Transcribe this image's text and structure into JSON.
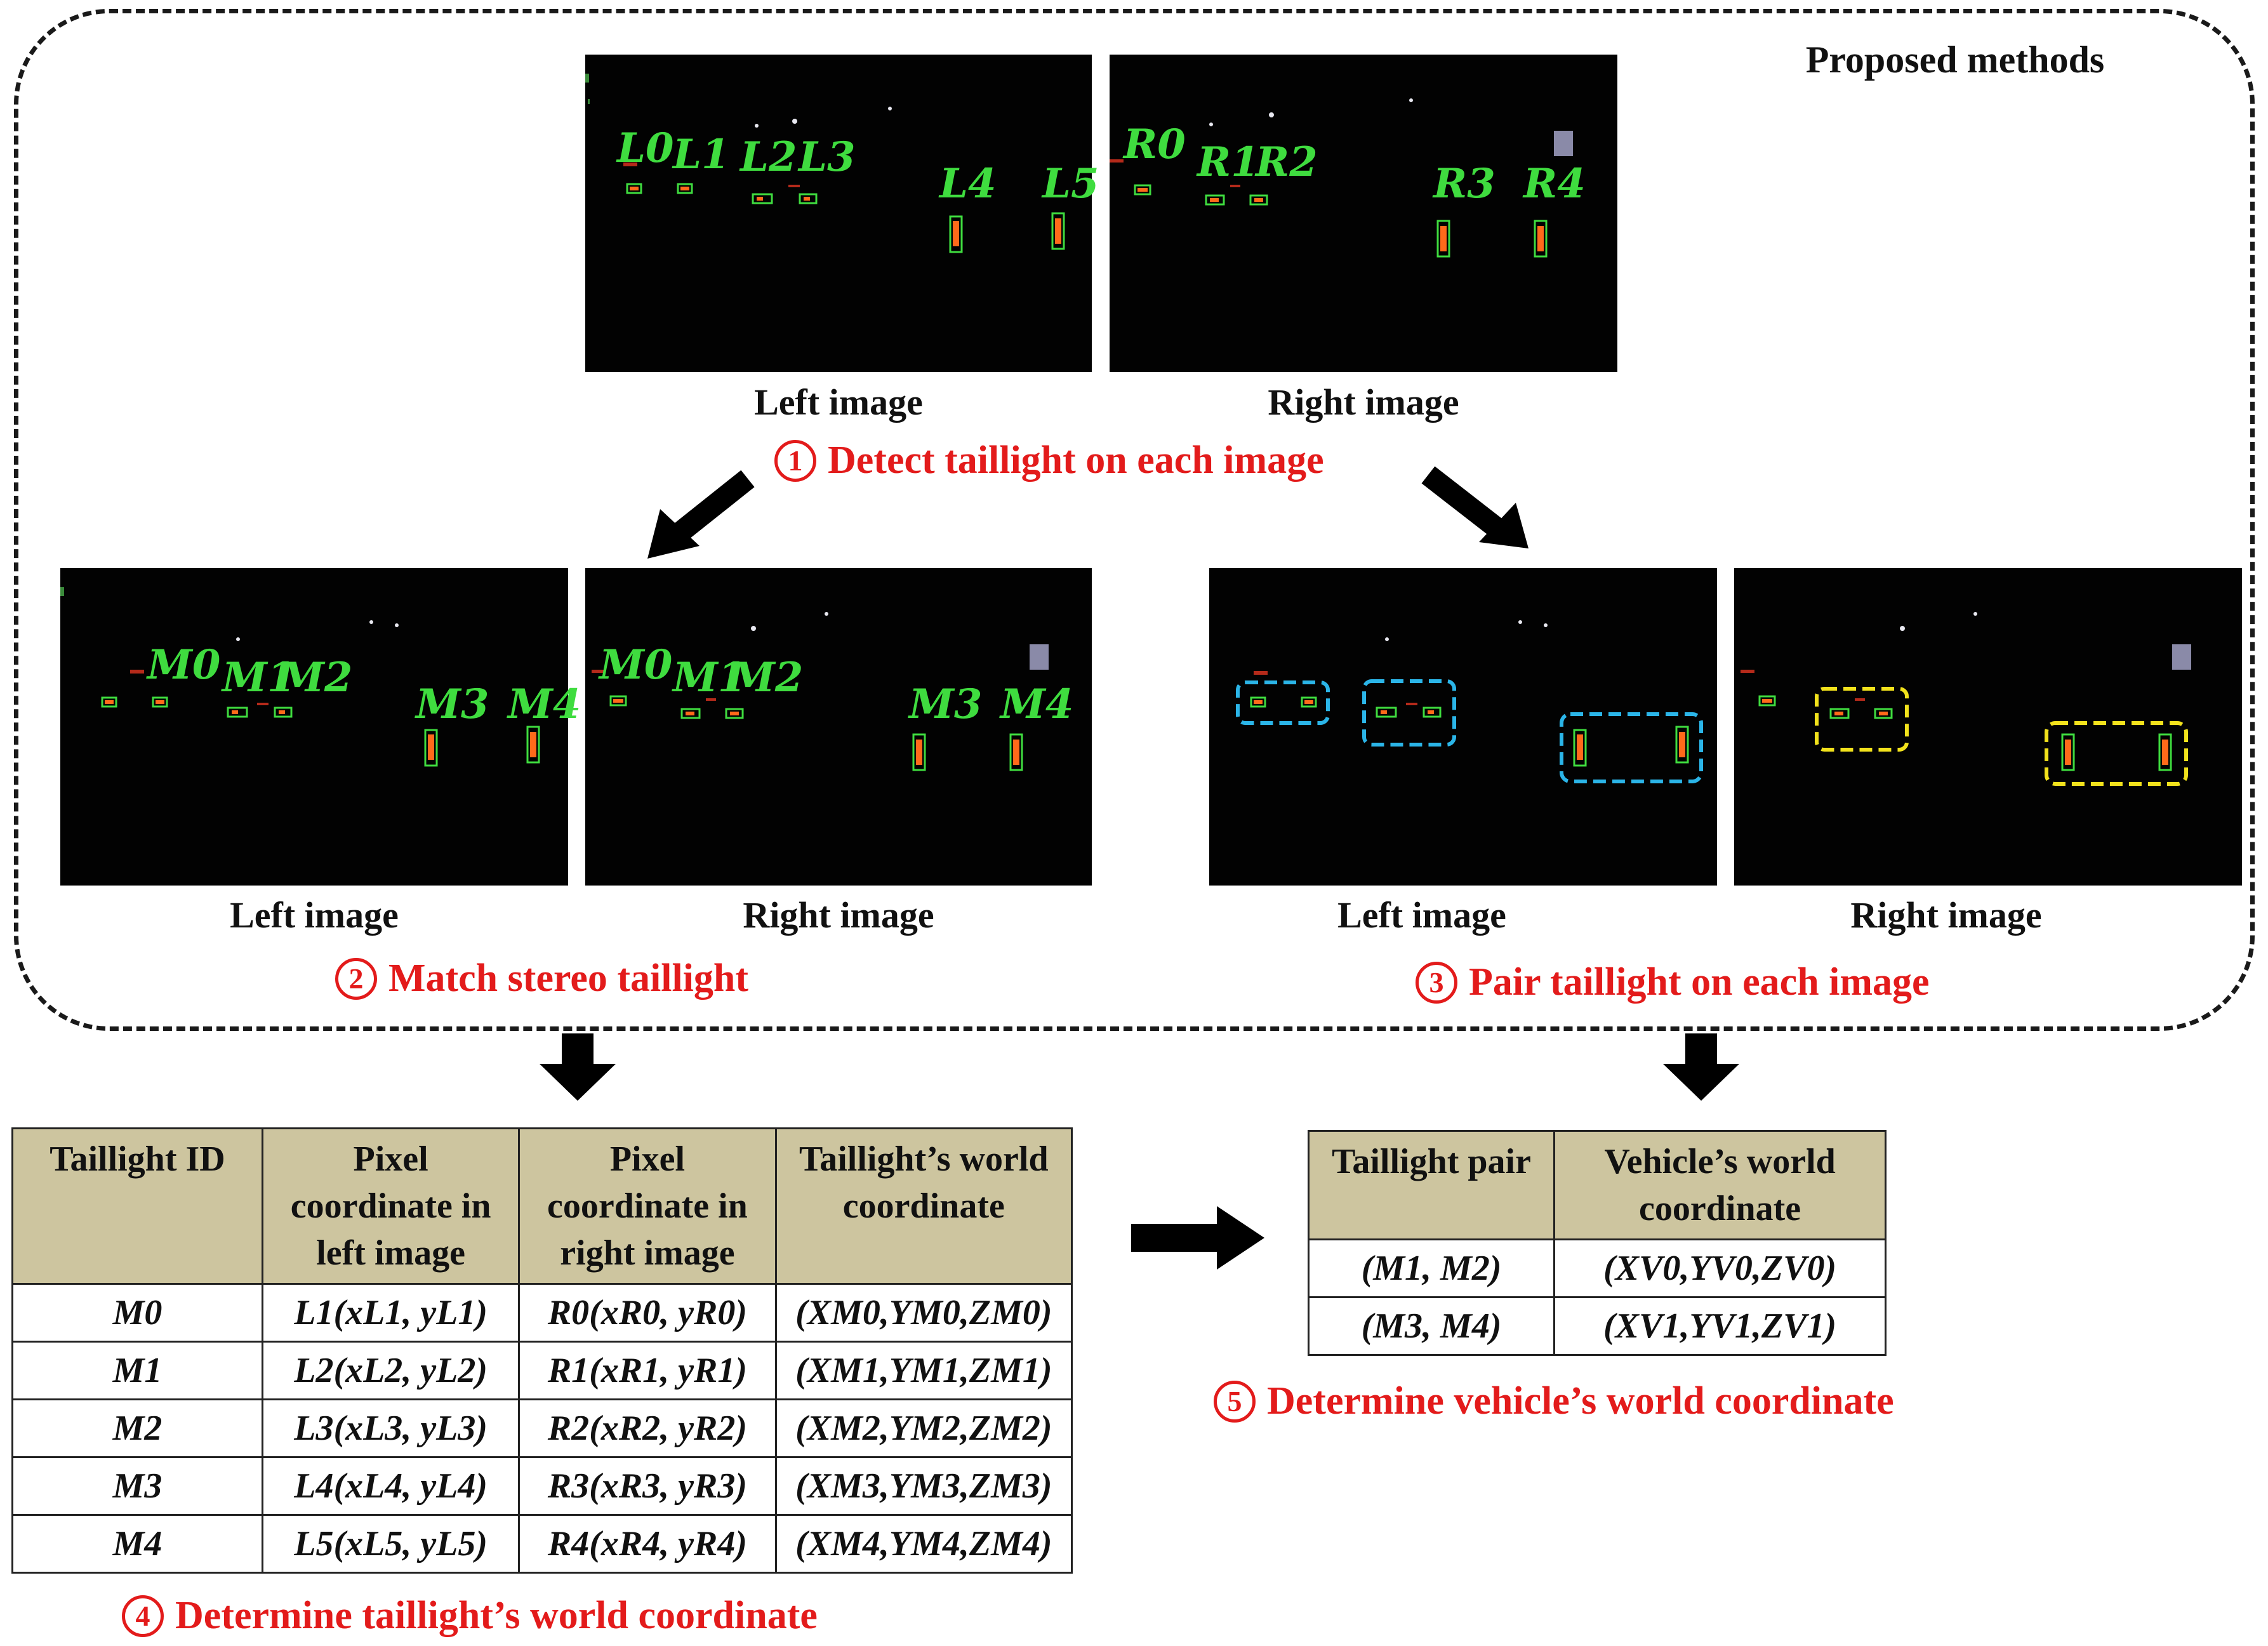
{
  "region": {
    "title": "Proposed methods"
  },
  "captions": {
    "top_left": "Left image",
    "top_right": "Right image",
    "mid_left_1": "Left image",
    "mid_right_1": "Right image",
    "mid_left_2": "Left image",
    "mid_right_2": "Right image"
  },
  "steps": {
    "s1": {
      "num": "1",
      "text": "Detect taillight on each image"
    },
    "s2": {
      "num": "2",
      "text": "Match stereo taillight"
    },
    "s3": {
      "num": "3",
      "text": "Pair taillight on each image"
    },
    "s4": {
      "num": "4",
      "text": "Determine taillight’s world coordinate"
    },
    "s5": {
      "num": "5",
      "text": "Determine vehicle’s world coordinate"
    }
  },
  "labels": {
    "left_detect": [
      "L0",
      "L1",
      "L2",
      "L3",
      "L4",
      "L5"
    ],
    "right_detect": [
      "R0",
      "R1",
      "R2",
      "R3",
      "R4"
    ],
    "match_left": [
      "M0",
      "M1",
      "M2",
      "M3",
      "M4"
    ],
    "match_right": [
      "M0",
      "M1",
      "M2",
      "M3",
      "M4"
    ]
  },
  "table_taillight": {
    "headers": [
      "Taillight ID",
      "Pixel coordinate in left image",
      "Pixel coordinate in right image",
      "Taillight’s world coordinate"
    ],
    "rows": [
      [
        "M0",
        "L1(xL1, yL1)",
        "R0(xR0, yR0)",
        "(XM0,YM0,ZM0)"
      ],
      [
        "M1",
        "L2(xL2, yL2)",
        "R1(xR1, yR1)",
        "(XM1,YM1,ZM1)"
      ],
      [
        "M2",
        "L3(xL3, yL3)",
        "R2(xR2, yR2)",
        "(XM2,YM2,ZM2)"
      ],
      [
        "M3",
        "L4(xL4, yL4)",
        "R3(xR3, yR3)",
        "(XM3,YM3,ZM3)"
      ],
      [
        "M4",
        "L5(xL5, yL5)",
        "R4(xR4, yR4)",
        "(XM4,YM4,ZM4)"
      ]
    ]
  },
  "table_vehicle": {
    "headers": [
      "Taillight pair",
      "Vehicle’s world coordinate"
    ],
    "rows": [
      [
        "(M1, M2)",
        "(XV0,YV0,ZV0)"
      ],
      [
        "(M3, M4)",
        "(XV1,YV1,ZV1)"
      ]
    ]
  },
  "colors": {
    "step_red": "#e31b1b",
    "detect_green": "#3fdc3f",
    "pair_cyan": "#2bb5e8",
    "pair_yellow": "#f2e21c",
    "header_tan": "#cdc59f"
  }
}
